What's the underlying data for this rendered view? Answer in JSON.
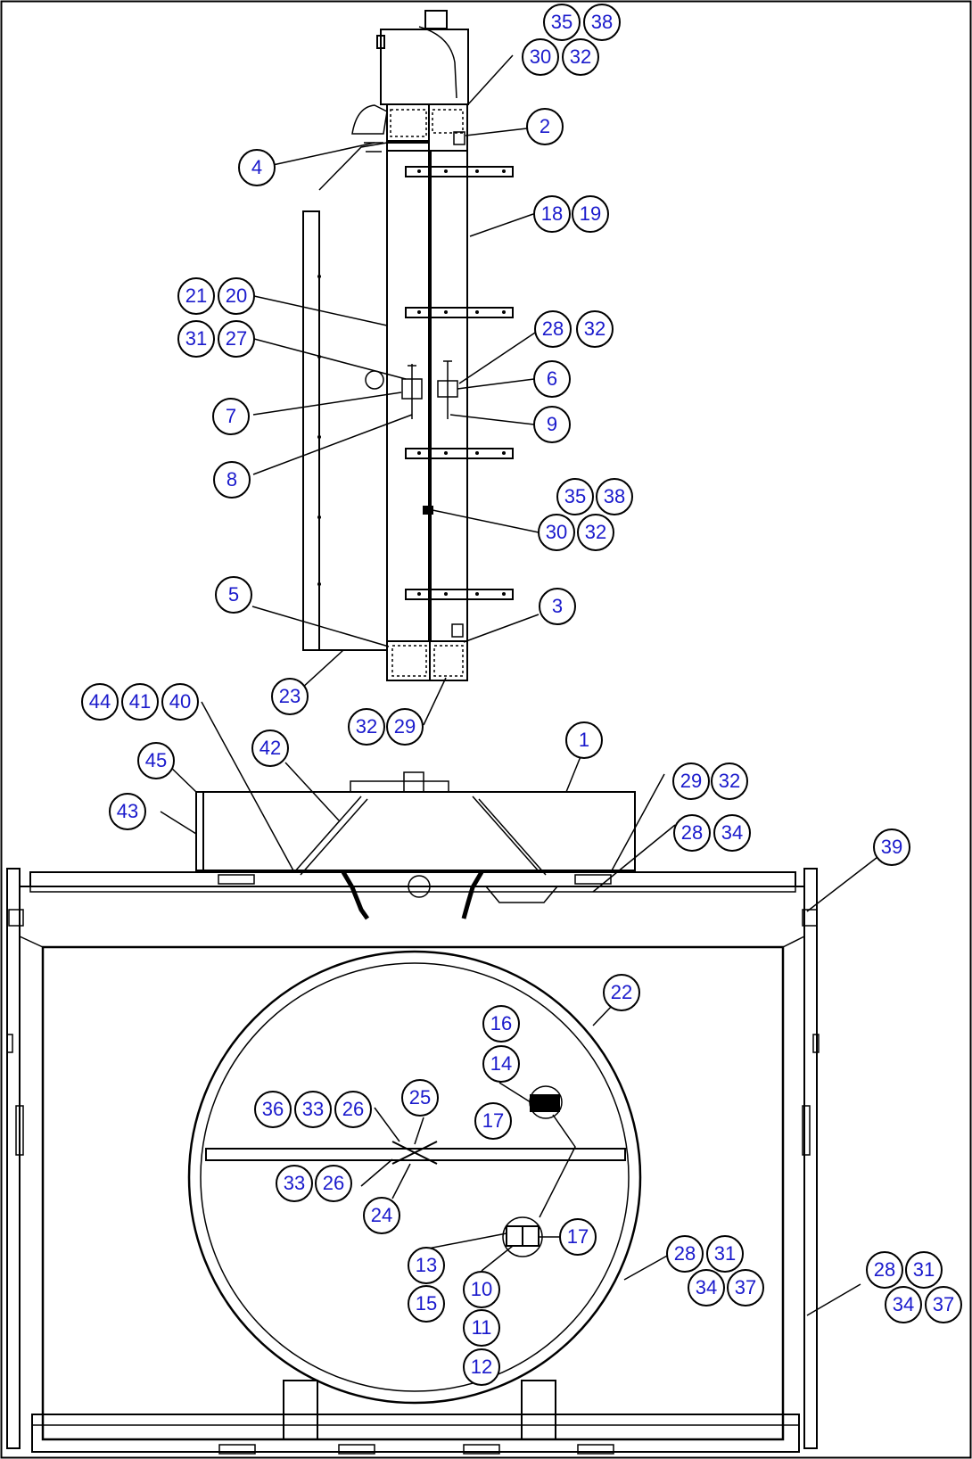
{
  "diagram": {
    "colors": {
      "line": "#000000",
      "callout_text": "#1a1acc",
      "background": "#ffffff"
    },
    "callouts": [
      {
        "id": "c35a",
        "label": "35"
      },
      {
        "id": "c38a",
        "label": "38"
      },
      {
        "id": "c30a",
        "label": "30"
      },
      {
        "id": "c32a",
        "label": "32"
      },
      {
        "id": "c2",
        "label": "2"
      },
      {
        "id": "c4",
        "label": "4"
      },
      {
        "id": "c18",
        "label": "18"
      },
      {
        "id": "c19",
        "label": "19"
      },
      {
        "id": "c21",
        "label": "21"
      },
      {
        "id": "c20",
        "label": "20"
      },
      {
        "id": "c31a",
        "label": "31"
      },
      {
        "id": "c27",
        "label": "27"
      },
      {
        "id": "c28a",
        "label": "28"
      },
      {
        "id": "c32b",
        "label": "32"
      },
      {
        "id": "c6",
        "label": "6"
      },
      {
        "id": "c7",
        "label": "7"
      },
      {
        "id": "c9",
        "label": "9"
      },
      {
        "id": "c8",
        "label": "8"
      },
      {
        "id": "c35b",
        "label": "35"
      },
      {
        "id": "c38b",
        "label": "38"
      },
      {
        "id": "c30b",
        "label": "30"
      },
      {
        "id": "c32c",
        "label": "32"
      },
      {
        "id": "c5",
        "label": "5"
      },
      {
        "id": "c3",
        "label": "3"
      },
      {
        "id": "c23",
        "label": "23"
      },
      {
        "id": "c32d",
        "label": "32"
      },
      {
        "id": "c29a",
        "label": "29"
      },
      {
        "id": "c44",
        "label": "44"
      },
      {
        "id": "c41",
        "label": "41"
      },
      {
        "id": "c40",
        "label": "40"
      },
      {
        "id": "c42",
        "label": "42"
      },
      {
        "id": "c1",
        "label": "1"
      },
      {
        "id": "c45",
        "label": "45"
      },
      {
        "id": "c29b",
        "label": "29"
      },
      {
        "id": "c32e",
        "label": "32"
      },
      {
        "id": "c43",
        "label": "43"
      },
      {
        "id": "c28b",
        "label": "28"
      },
      {
        "id": "c34a",
        "label": "34"
      },
      {
        "id": "c39",
        "label": "39"
      },
      {
        "id": "c22",
        "label": "22"
      },
      {
        "id": "c16",
        "label": "16"
      },
      {
        "id": "c14",
        "label": "14"
      },
      {
        "id": "c36",
        "label": "36"
      },
      {
        "id": "c33a",
        "label": "33"
      },
      {
        "id": "c26a",
        "label": "26"
      },
      {
        "id": "c25",
        "label": "25"
      },
      {
        "id": "c17a",
        "label": "17"
      },
      {
        "id": "c33b",
        "label": "33"
      },
      {
        "id": "c26b",
        "label": "26"
      },
      {
        "id": "c24",
        "label": "24"
      },
      {
        "id": "c17b",
        "label": "17"
      },
      {
        "id": "c13",
        "label": "13"
      },
      {
        "id": "c28c",
        "label": "28"
      },
      {
        "id": "c31b",
        "label": "31"
      },
      {
        "id": "c34b",
        "label": "34"
      },
      {
        "id": "c37a",
        "label": "37"
      },
      {
        "id": "c28d",
        "label": "28"
      },
      {
        "id": "c31c",
        "label": "31"
      },
      {
        "id": "c10",
        "label": "10"
      },
      {
        "id": "c15",
        "label": "15"
      },
      {
        "id": "c34c",
        "label": "34"
      },
      {
        "id": "c37b",
        "label": "37"
      },
      {
        "id": "c11",
        "label": "11"
      },
      {
        "id": "c12",
        "label": "12"
      }
    ]
  }
}
